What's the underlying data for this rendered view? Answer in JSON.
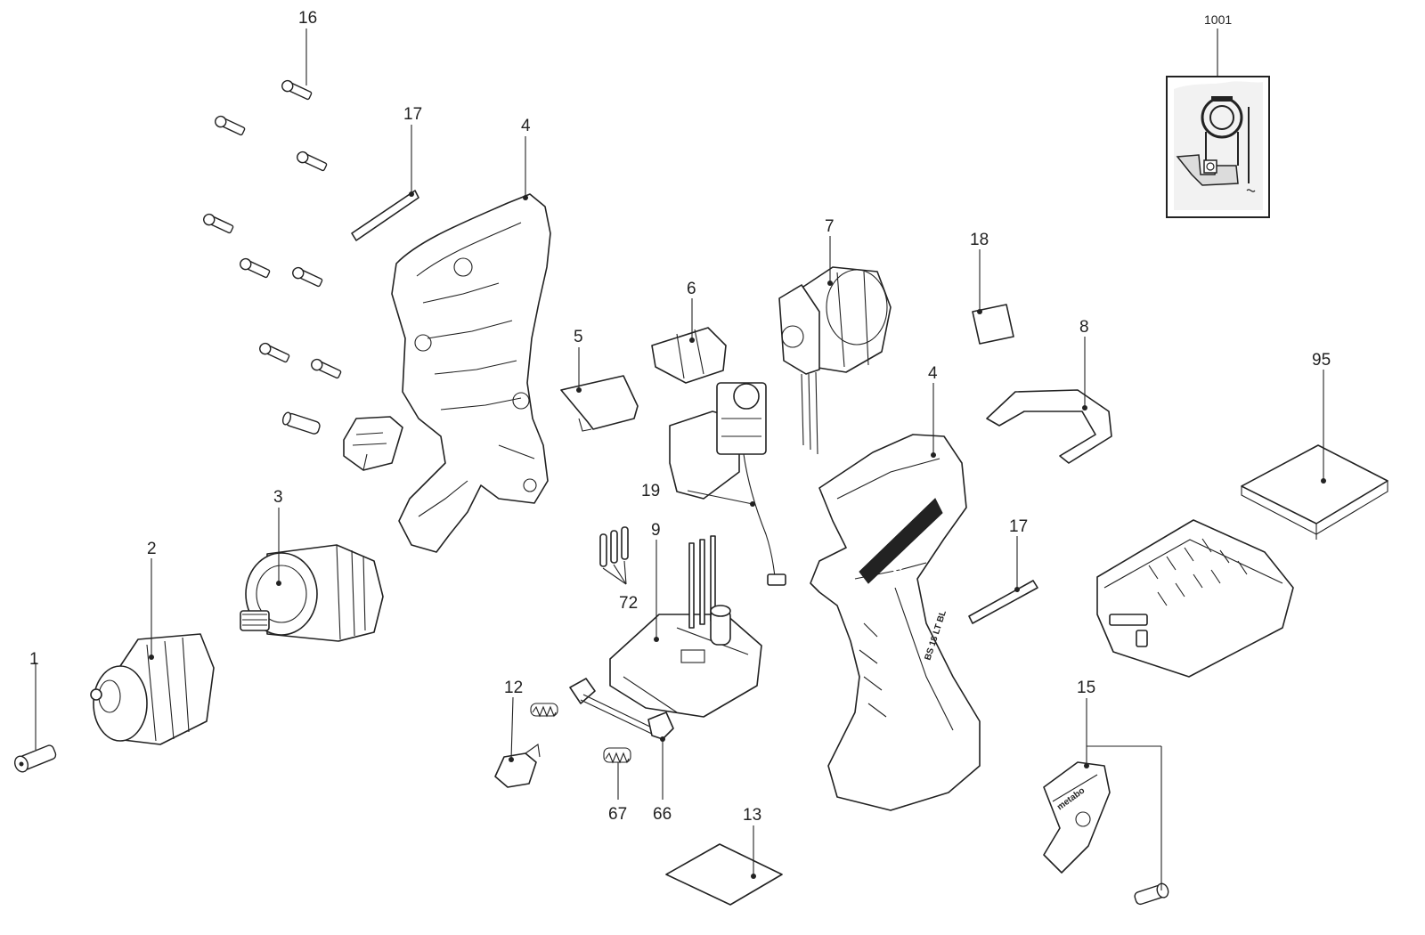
{
  "labels": {
    "l1": "1",
    "l2": "2",
    "l3": "3",
    "l4a": "4",
    "l4b": "4",
    "l5": "5",
    "l6": "6",
    "l7": "7",
    "l8": "8",
    "l9": "9",
    "l12": "12",
    "l13": "13",
    "l15": "15",
    "l16": "16",
    "l17a": "17",
    "l17b": "17",
    "l18": "18",
    "l19": "19",
    "l66": "66",
    "l67": "67",
    "l72": "72",
    "l95": "95",
    "l1001": "1001"
  },
  "branding": {
    "housing_logo": "metabo",
    "clip_logo": "metabo",
    "housing_model": "BS 18 LT BL"
  }
}
